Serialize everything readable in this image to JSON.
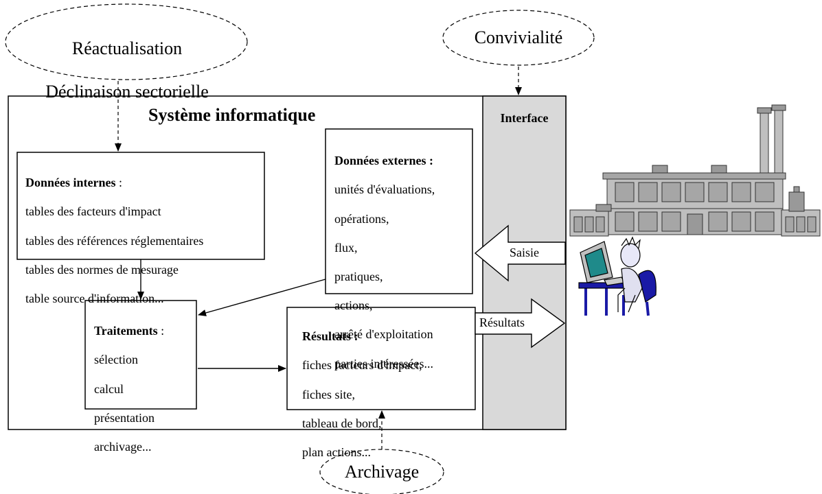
{
  "ellipses": {
    "top_left": [
      "Réactualisation",
      "Déclinaison sectorielle"
    ],
    "top_right": "Convivialité",
    "bottom": "Archivage"
  },
  "system": {
    "title": "Système informatique"
  },
  "interface": {
    "title": "Interface"
  },
  "donnees_internes": {
    "heading": "Données internes",
    "heading_suffix": " :",
    "items": [
      "tables des facteurs d'impact",
      "tables des références réglementaires",
      "tables des normes de mesurage",
      "table source d'information..."
    ]
  },
  "donnees_externes": {
    "heading": "Données externes :",
    "items": [
      "unités d'évaluations,",
      "opérations,",
      "flux,",
      "pratiques,",
      "actions,",
      "arrêté d'exploitation",
      "parties intéressées..."
    ]
  },
  "traitements": {
    "heading": "Traitements",
    "heading_suffix": " :",
    "items": [
      "sélection",
      "calcul",
      "présentation",
      "archivage..."
    ]
  },
  "resultats": {
    "heading": "Résultats :",
    "items": [
      "fiches facteurs d'impact,",
      "fiches site,",
      "tableau de bord,",
      "plan actions..."
    ]
  },
  "arrows": {
    "saisie": "Saisie",
    "resultats": "Résultats"
  },
  "colors": {
    "interface_fill": "#d9d9d9",
    "factory_fill": "#bfbfbf",
    "screen": "#1f8a8a",
    "chair": "#1a1aa6"
  }
}
